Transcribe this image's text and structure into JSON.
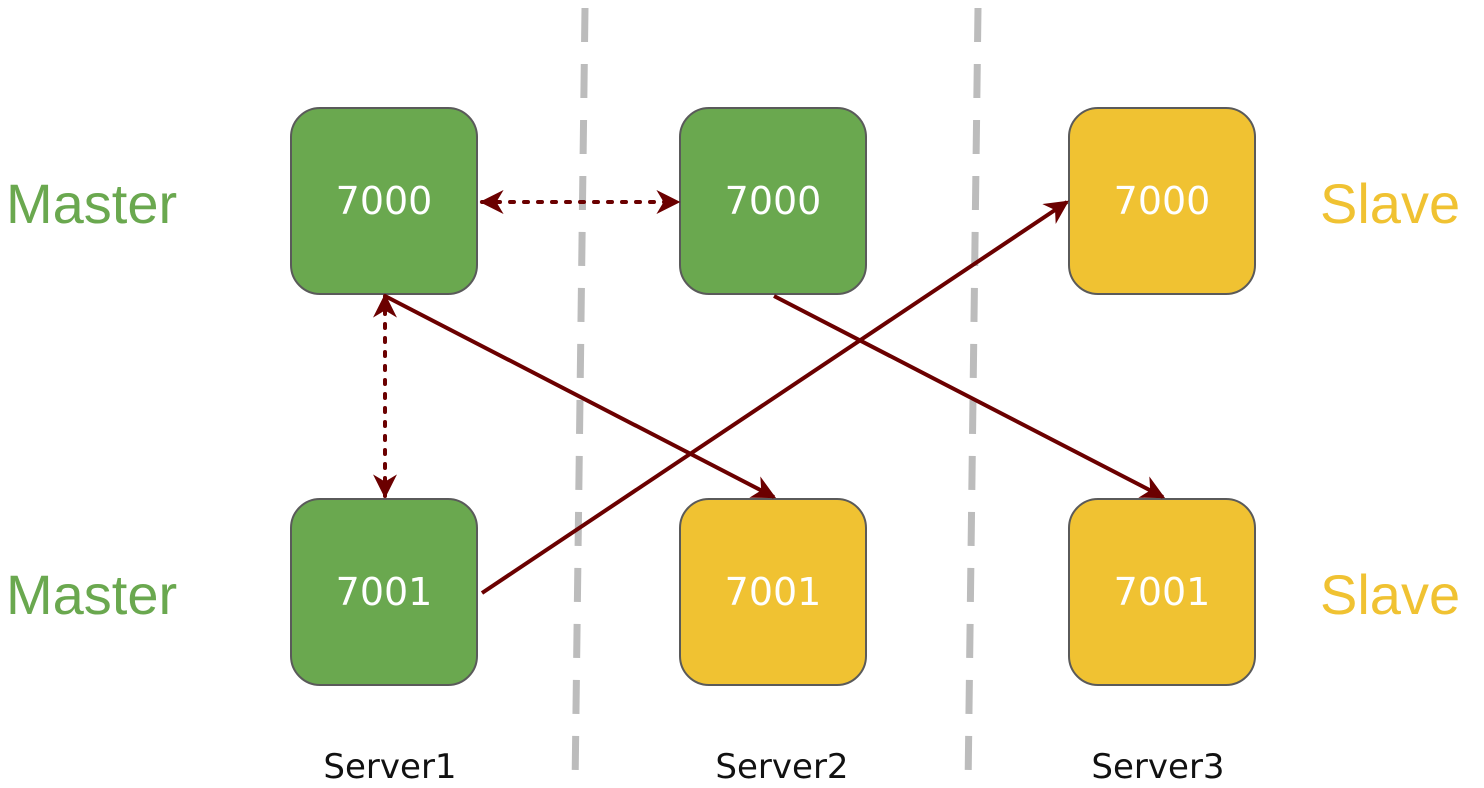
{
  "colors": {
    "master": "#6aa84f",
    "slave": "#f0c232",
    "link": "#6b0000",
    "divider": "#bcbcbc"
  },
  "roles": {
    "top_left": "Master",
    "bottom_left": "Master",
    "top_right": "Slave",
    "bottom_right": "Slave"
  },
  "servers": [
    {
      "name": "Server1",
      "nodes": [
        {
          "port": "7000",
          "role": "master"
        },
        {
          "port": "7001",
          "role": "master"
        }
      ]
    },
    {
      "name": "Server2",
      "nodes": [
        {
          "port": "7000",
          "role": "master"
        },
        {
          "port": "7001",
          "role": "slave"
        }
      ]
    },
    {
      "name": "Server3",
      "nodes": [
        {
          "port": "7000",
          "role": "slave"
        },
        {
          "port": "7001",
          "role": "slave"
        }
      ]
    }
  ],
  "links": [
    {
      "from": "server1-7000",
      "to": "server2-7000",
      "style": "dotted",
      "direction": "both"
    },
    {
      "from": "server1-7000",
      "to": "server1-7001",
      "style": "dotted",
      "direction": "both"
    },
    {
      "from": "server1-7000",
      "to": "server2-7001",
      "style": "solid",
      "direction": "forward"
    },
    {
      "from": "server2-7000",
      "to": "server3-7001",
      "style": "solid",
      "direction": "forward"
    },
    {
      "from": "server1-7001",
      "to": "server3-7000",
      "style": "solid",
      "direction": "forward"
    }
  ]
}
